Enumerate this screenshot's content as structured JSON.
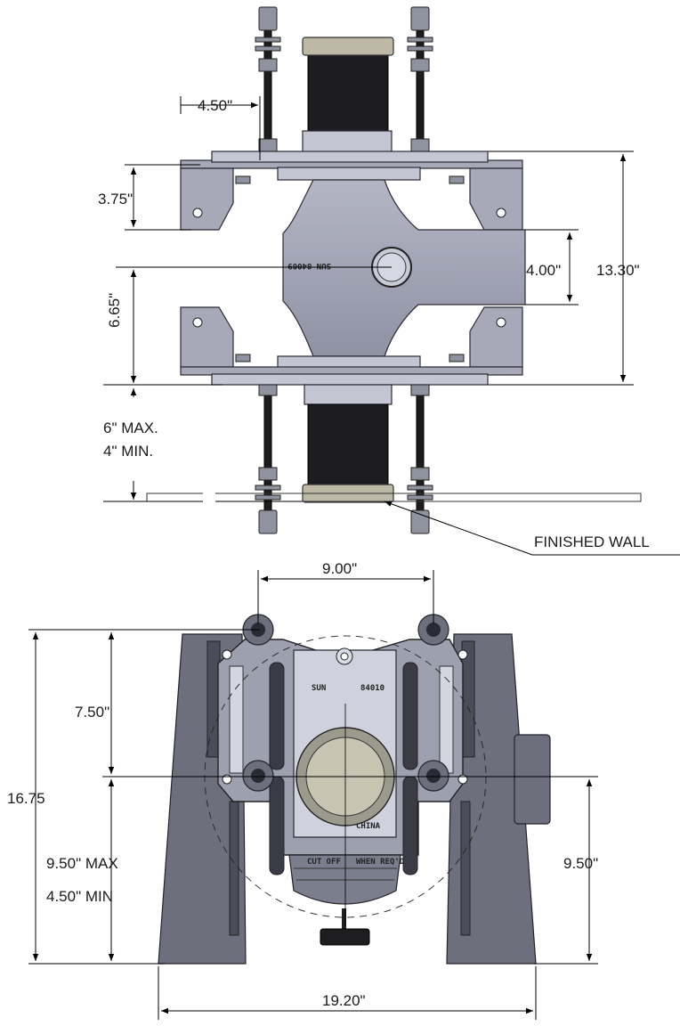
{
  "top_view": {
    "dim_bolt_offset": "4.50\"",
    "dim_bracket_height": "3.75\"",
    "dim_half_height": "6.65\"",
    "dim_outlet": "4.00\"",
    "dim_total_height": "13.30\"",
    "dim_max": "6\" MAX.",
    "dim_min": "4\" MIN.",
    "label_finished_wall": "FINISHED WALL",
    "cast_mark": "SUN 84009"
  },
  "front_view": {
    "dim_bolt_span": "9.00\"",
    "dim_upper": "7.50\"",
    "dim_total": "16.75",
    "dim_max": "9.50\" MAX",
    "dim_min": "4.50\" MIN",
    "dim_right": "9.50\"",
    "dim_width": "19.20\"",
    "cast_brand": "SUN",
    "cast_model": "84010",
    "cast_origin": "CHINA",
    "cast_cut_left": "CUT OFF",
    "cast_cut_right": "WHEN REQ'D"
  },
  "colors": {
    "metal": "#a7a9b8",
    "metal_dark": "#6d6f7d",
    "rubber": "#1d1d1f",
    "brass": "#bdb9a6"
  }
}
